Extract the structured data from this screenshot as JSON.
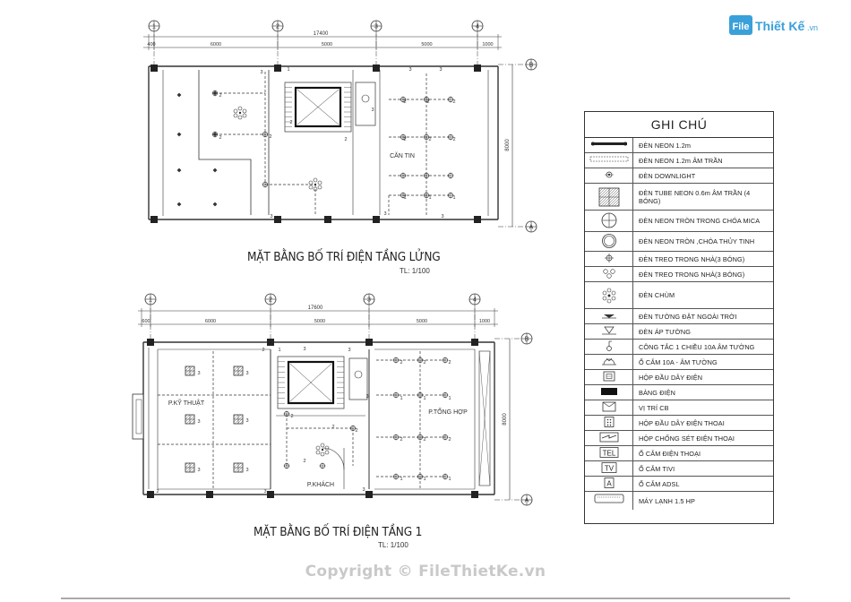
{
  "site_logo": {
    "text_file": "File",
    "text_brand": "Thiết Kế",
    "text_domain": ".vn"
  },
  "plan_mezzanine": {
    "title": "MẶT BẰNG BỐ TRÍ ĐIỆN TẦNG LỬNG",
    "scale": "TL: 1/100",
    "grid_labels": [
      "1",
      "2",
      "3",
      "4",
      "B",
      "A"
    ],
    "overall_dim": "17400",
    "bay_dims": [
      "400",
      "6000",
      "5000",
      "5000",
      "1000"
    ],
    "vertical_dim": "8000",
    "rooms": [
      "CĂN TIN"
    ],
    "point_tags": [
      "1",
      "2",
      "3"
    ]
  },
  "plan_ground": {
    "title": "MẶT BẰNG BỐ TRÍ ĐIỆN TẦNG 1",
    "scale": "TL: 1/100",
    "grid_labels": [
      "1",
      "2",
      "3",
      "4",
      "B",
      "A"
    ],
    "overall_dim": "17600",
    "bay_dims": [
      "600",
      "6000",
      "5000",
      "5000",
      "1000"
    ],
    "vertical_dim": "8000",
    "rooms": [
      "P.KỸ THUẬT",
      "P.TỔNG HỢP",
      "P.KHÁCH"
    ],
    "point_tags": [
      "1",
      "2",
      "3"
    ]
  },
  "legend": {
    "title": "GHI CHÚ",
    "items": [
      {
        "icon": "neon-1-2m-icon",
        "label": "ĐÈN NEON 1.2m"
      },
      {
        "icon": "neon-recessed-icon",
        "label": "ĐÈN NEON 1.2m ÂM TRẦN"
      },
      {
        "icon": "downlight-icon",
        "label": "ĐÈN DOWNLIGHT"
      },
      {
        "icon": "tube-neon-grid-icon",
        "label": "ĐÈN TUBE NEON 0.6m ÂM TRẦN (4 BÓNG)"
      },
      {
        "icon": "round-neon-mica-icon",
        "label": "ĐÈN NEON TRÒN TRONG CHÓA MICA"
      },
      {
        "icon": "round-neon-glass-icon",
        "label": "ĐÈN NEON TRÒN ,CHÓA THỦY TINH"
      },
      {
        "icon": "pendant-light-icon",
        "label": "ĐÈN TREO TRONG NHÀ(3 BÓNG)"
      },
      {
        "icon": "pendant-3-bulb-icon",
        "label": "ĐÈN TREO TRONG NHÀ(3 BÓNG)"
      },
      {
        "icon": "chandelier-icon",
        "label": "ĐÈN CHÙM"
      },
      {
        "icon": "outdoor-wall-light-icon",
        "label": "ĐÈN TƯỜNG ĐẶT NGOÀI TRỜI"
      },
      {
        "icon": "wall-sconce-icon",
        "label": "ĐÈN ÁP TƯỜNG"
      },
      {
        "icon": "switch-icon",
        "label": "CÔNG TẮC 1 CHIỀU 10A ÂM TƯỜNG"
      },
      {
        "icon": "socket-icon",
        "label": "Ổ CẮM 10A - ÂM TƯỜNG"
      },
      {
        "icon": "junction-box-icon",
        "label": "HỘP ĐẦU DÂY ĐIỆN"
      },
      {
        "icon": "electric-panel-icon",
        "label": "BẢNG ĐIỆN"
      },
      {
        "icon": "circuit-breaker-icon",
        "label": "VỊ TRÍ CB"
      },
      {
        "icon": "phone-junction-icon",
        "label": "HỘP ĐẦU DÂY ĐIỆN THOẠI"
      },
      {
        "icon": "phone-surge-icon",
        "label": "HỘP CHỐNG SÉT ĐIỆN THOẠI"
      },
      {
        "icon": "tel-socket-icon",
        "label": "Ổ CẮM ĐIỆN THOẠI",
        "symbol_text": "TEL"
      },
      {
        "icon": "tv-socket-icon",
        "label": "Ổ CẮM TIVI",
        "symbol_text": "TV"
      },
      {
        "icon": "adsl-socket-icon",
        "label": "Ổ CẮM ADSL",
        "symbol_text": "A"
      },
      {
        "icon": "air-conditioner-icon",
        "label": "MÁY LẠNH 1.5 HP"
      }
    ]
  },
  "copyright": "Copyright © FileThietKe.vn"
}
